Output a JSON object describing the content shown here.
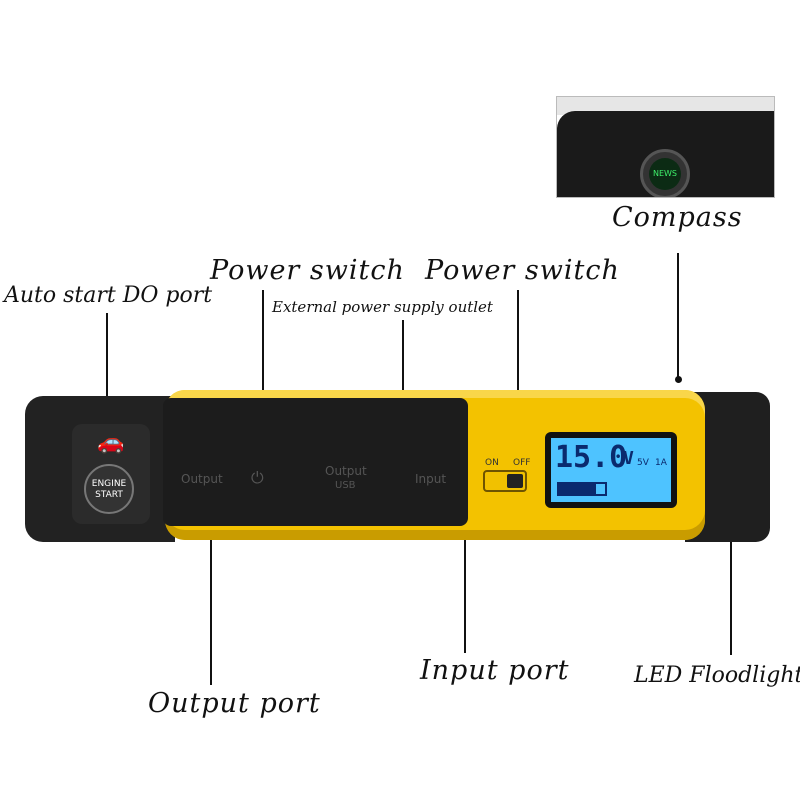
{
  "labels": {
    "compass": "Compass",
    "power_switch_left": "Power switch",
    "power_switch_right": "Power switch",
    "auto_start": "Auto start DO port",
    "external_power": "External power supply outlet",
    "input_port": "Input port",
    "output_port": "Output port",
    "led_floodlight": "LED Floodlight"
  },
  "device": {
    "panel_output": "Output",
    "panel_power_symbol": "⏻",
    "panel_output_usb": "Output",
    "panel_usb": "USB",
    "panel_input": "Input",
    "switch_on": "ON",
    "switch_off": "OFF",
    "engine_text_1": "ENGINE",
    "engine_text_2": "START",
    "car_glyph": "🚗",
    "lcd_volts": "15.0",
    "lcd_unit": "V",
    "lcd_out_v": "5V",
    "lcd_out_a": "1A",
    "battery_level": 0.8
  },
  "compass_letters": "NEWS",
  "colors": {
    "yellow": "#f3c200",
    "body": "#1c1c1c",
    "lcd": "#4ec3ff"
  }
}
